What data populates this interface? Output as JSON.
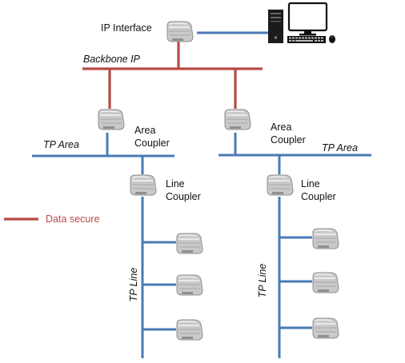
{
  "labels": {
    "ip_interface": "IP Interface",
    "backbone_ip": "Backbone IP",
    "area_coupler_left_line1": "Area",
    "area_coupler_left_line2": "Coupler",
    "area_coupler_right_line1": "Area",
    "area_coupler_right_line2": "Coupler",
    "tp_area_left": "TP Area",
    "tp_area_right": "TP Area",
    "line_coupler_left_line1": "Line",
    "line_coupler_left_line2": "Coupler",
    "line_coupler_right_line1": "Line",
    "line_coupler_right_line2": "Coupler",
    "tp_line_left": "TP Line",
    "tp_line_right": "TP Line"
  },
  "legend": {
    "data_secure": "Data secure"
  },
  "colors": {
    "secure_line": "#b84a46",
    "tp_line": "#4a7ab5",
    "device_body": "#d9d9d9",
    "device_shadow": "#9a9a9a"
  },
  "icons": {
    "device": "knx-device-icon",
    "computer": "desktop-computer-icon"
  }
}
